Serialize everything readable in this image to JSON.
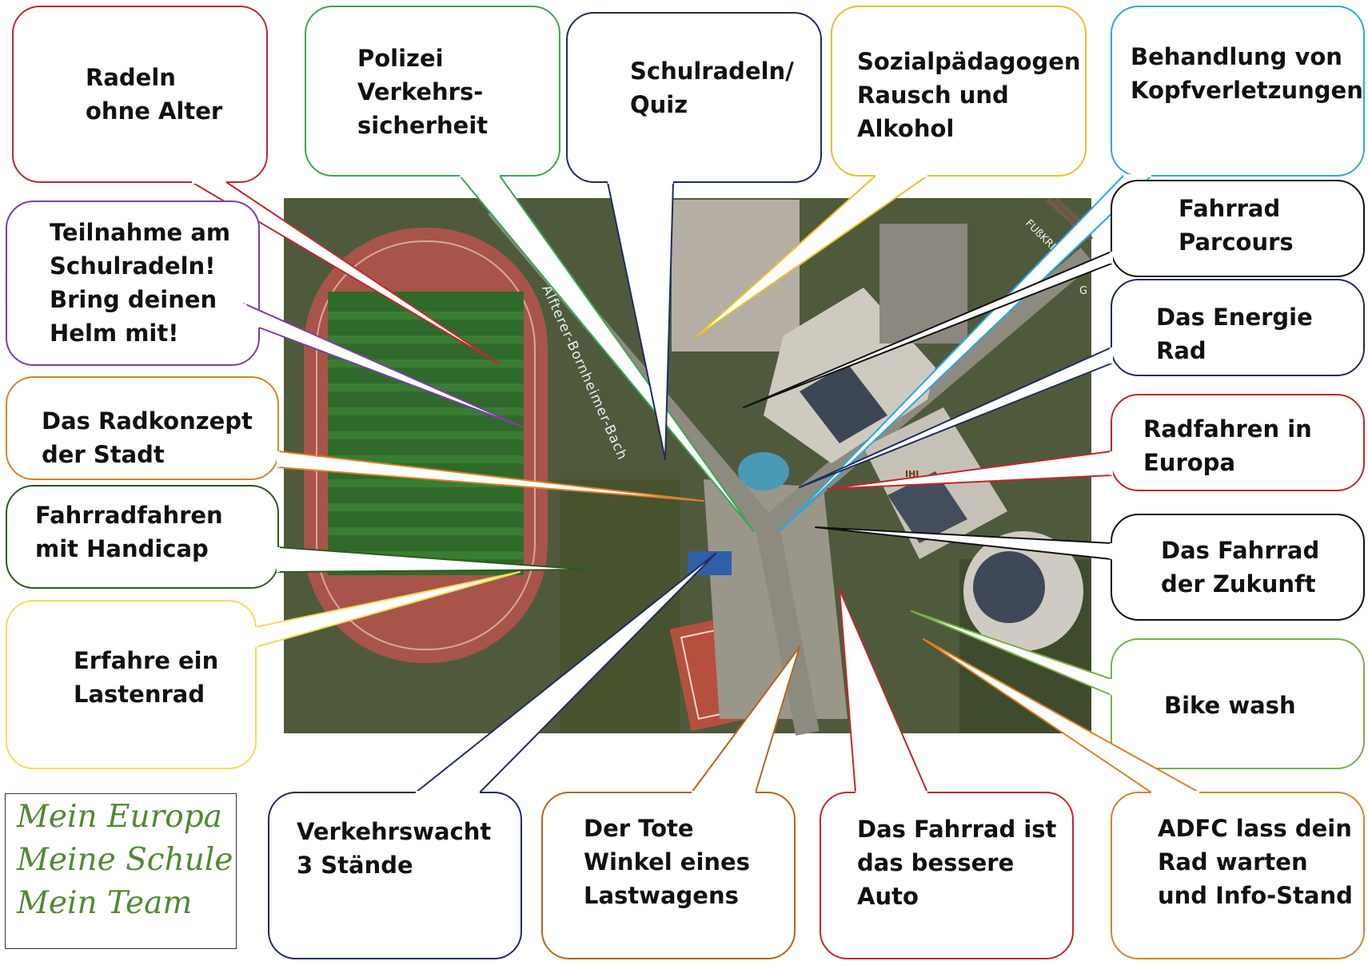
{
  "map": {
    "stream_label": "Alfterer-Bornheimer-Bach",
    "road_label_top": "FUßKRE",
    "road_label_side": "G",
    "building_logo": "IHI"
  },
  "legend": [
    "Mein Europa",
    "Meine Schule",
    "Mein Team"
  ],
  "colors": {
    "red": "#c0272d",
    "green": "#3aa655",
    "navy": "#1f2d5c",
    "gold": "#e8c22a",
    "cyan": "#2aa8de",
    "black": "#111111",
    "purple": "#7b3fa0",
    "orange": "#d9822b",
    "darkgreen": "#2e5a1d",
    "yellow": "#f2dc5d",
    "lime": "#77b14a",
    "brown": "#b5651d",
    "legend_text": "#4f8a33"
  },
  "callouts": [
    {
      "text": "Radeln\nohne Alter",
      "color": "red"
    },
    {
      "text": "Polizei\nVerkehrs-\nsicherheit",
      "color": "green"
    },
    {
      "text": "Schulradeln/\nQuiz",
      "color": "navy"
    },
    {
      "text": "Sozialpädagogen\nRausch und\nAlkohol",
      "color": "gold"
    },
    {
      "text": "Behandlung von\nKopfverletzungen",
      "color": "cyan"
    },
    {
      "text": "Teilnahme am\nSchulradeln!\nBring deinen\nHelm mit!",
      "color": "purple"
    },
    {
      "text": "Fahrrad\nParcours",
      "color": "black"
    },
    {
      "text": "Das Energie\nRad",
      "color": "navy"
    },
    {
      "text": "Das Radkonzept\nder Stadt",
      "color": "orange"
    },
    {
      "text": "Radfahren in\nEuropa",
      "color": "red"
    },
    {
      "text": "Fahrradfahren\nmit Handicap",
      "color": "darkgreen"
    },
    {
      "text": "Das Fahrrad\nder Zukunft",
      "color": "black"
    },
    {
      "text": "Erfahre ein\nLastenrad",
      "color": "yellow"
    },
    {
      "text": "Bike wash",
      "color": "lime"
    },
    {
      "text": "Verkehrswacht\n3 Stände",
      "color": "navy"
    },
    {
      "text": "Der Tote\nWinkel eines\nLastwagens",
      "color": "brown"
    },
    {
      "text": "Das Fahrrad ist\ndas bessere\nAuto",
      "color": "red"
    },
    {
      "text": "ADFC lass dein\nRad warten\nund Info-Stand",
      "color": "orange"
    }
  ]
}
